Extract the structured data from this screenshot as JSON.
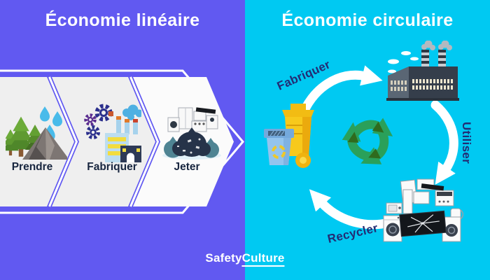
{
  "left": {
    "title": "Économie linéaire",
    "steps": [
      {
        "label": "Prendre",
        "icon": "forest-mountain-water-icon"
      },
      {
        "label": "Fabriquer",
        "icon": "factory-gears-icon"
      },
      {
        "label": "Jeter",
        "icon": "trash-bags-appliances-icon"
      }
    ]
  },
  "right": {
    "title": "Économie circulaire",
    "stages": [
      {
        "label": "Fabriquer",
        "icon": "recycling-bins-icon",
        "arrow": "curved-arrow-bins-to-factory"
      },
      {
        "label": "Utiliser",
        "icon": "factory-smokestacks-icon",
        "arrow": "curved-arrow-factory-to-waste"
      },
      {
        "label": "Recycler",
        "icon": "electronic-waste-icon",
        "arrow": "curved-arrow-waste-to-bins"
      }
    ],
    "center_icon": "recycle-arrows-icon"
  },
  "footer": {
    "brand": "SafetyCulture",
    "brand_safety": "Safety",
    "brand_culture": "Culture"
  },
  "colors": {
    "left_bg": "#6159F1",
    "right_bg": "#00C9F2",
    "chevron_fill": "#EFEFEF",
    "chevron_fill_last": "#FBFBFB",
    "outline": "#FFFFFF",
    "left_label": "#18263F",
    "right_label": "#232C74",
    "recycle_green": "#2AA05A",
    "recycle_dark_green": "#2F6B1E",
    "bin_yellow": "#F7C91C",
    "bin_blue": "#93C4EE",
    "factory_navy": "#353E4B"
  }
}
